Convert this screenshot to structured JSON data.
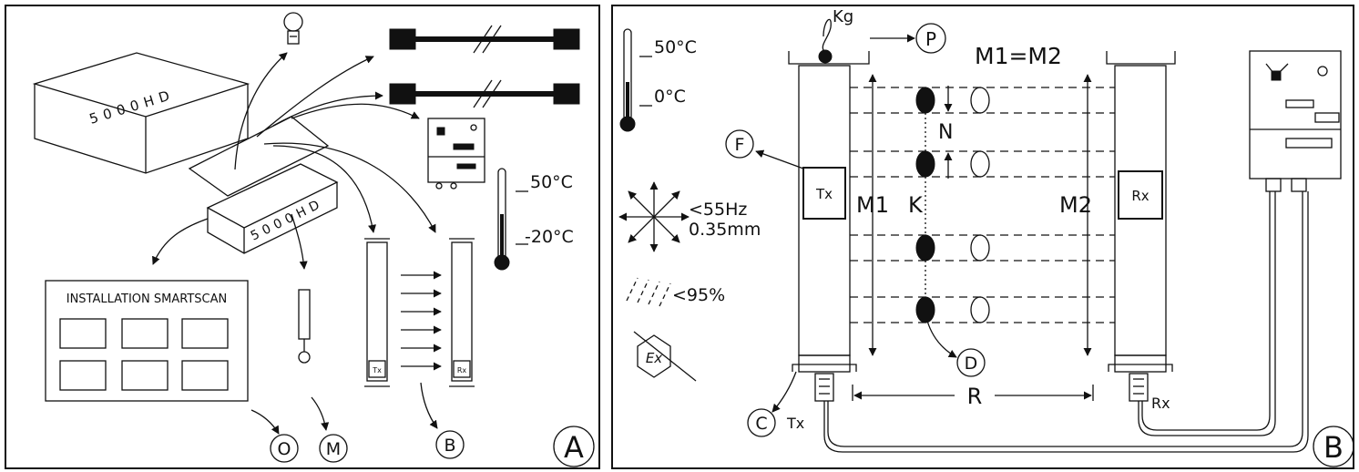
{
  "panel_a": {
    "box_label_top": "5000HD",
    "box_label_open": "5000HD",
    "manual_title": "INSTALLATION SMARTSCAN",
    "thermo_high": "50°C",
    "thermo_low": "-20°C",
    "tx_small": "Tx",
    "rx_small": "Rx",
    "callout_o": "O",
    "callout_m": "M",
    "callout_b": "B",
    "panel_letter": "A"
  },
  "panel_b": {
    "kg_label": "Kg",
    "callout_p": "P",
    "equation": "M1=M2",
    "thermo_high": "50°C",
    "thermo_low": "0°C",
    "callout_f": "F",
    "tx_box": "Tx",
    "rx_box": "Rx",
    "m1": "M1",
    "k": "K",
    "m2": "M2",
    "n": "N",
    "vibration_freq": "<55Hz",
    "vibration_amp": "0.35mm",
    "humidity": "<95%",
    "callout_d": "D",
    "r": "R",
    "callout_c": "C",
    "tx_cable": "Tx",
    "rx_cable": "Rx",
    "panel_letter": "B"
  }
}
